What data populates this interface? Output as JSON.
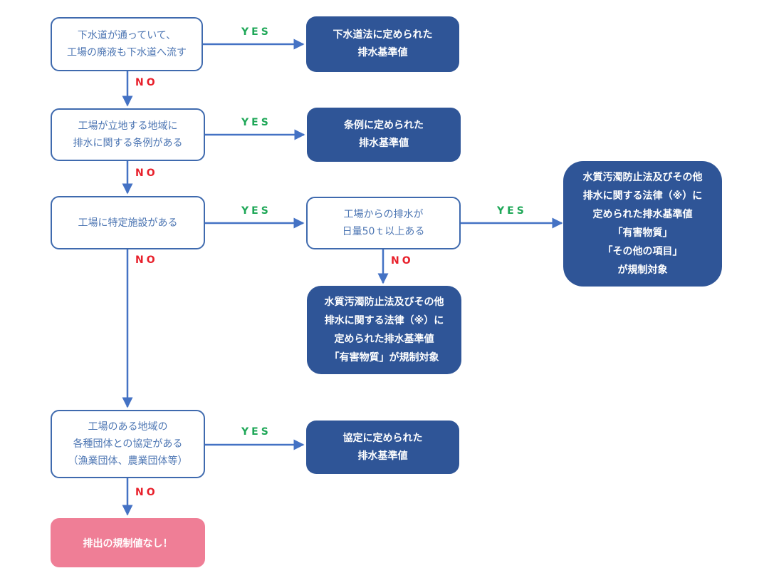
{
  "colors": {
    "question_border": "#3f6aae",
    "question_text": "#4d76b3",
    "result_fill": "#2f5597",
    "final_fill": "#ef7e96",
    "yes": "#1ea757",
    "no": "#e8202b",
    "arrow": "#4472c4"
  },
  "labels": {
    "yes": "YES",
    "no": "NO"
  },
  "questions": {
    "q1": [
      "下水道が通っていて、",
      "工場の廃液も下水道へ流す"
    ],
    "q2": [
      "工場が立地する地域に",
      "排水に関する条例がある"
    ],
    "q3": [
      "工場に特定施設がある"
    ],
    "q4": [
      "工場からの排水が",
      "日量50ｔ以上ある"
    ],
    "q5": [
      "工場のある地域の",
      "各種団体との協定がある",
      "（漁業団体、農業団体等）"
    ]
  },
  "results": {
    "r1": [
      "下水道法に定められた",
      "排水基準値"
    ],
    "r2": [
      "条例に定められた",
      "排水基準値"
    ],
    "r3": [
      "水質汚濁防止法及びその他",
      "排水に関する法律（※）に",
      "定められた排水基準値",
      "「有害物質」",
      "「その他の項目」",
      "が規制対象"
    ],
    "r4": [
      "水質汚濁防止法及びその他",
      "排水に関する法律（※）に",
      "定められた排水基準値",
      "「有害物質」が規制対象"
    ],
    "r5": [
      "協定に定められた",
      "排水基準値"
    ],
    "final": [
      "排出の規制値なし！"
    ]
  }
}
